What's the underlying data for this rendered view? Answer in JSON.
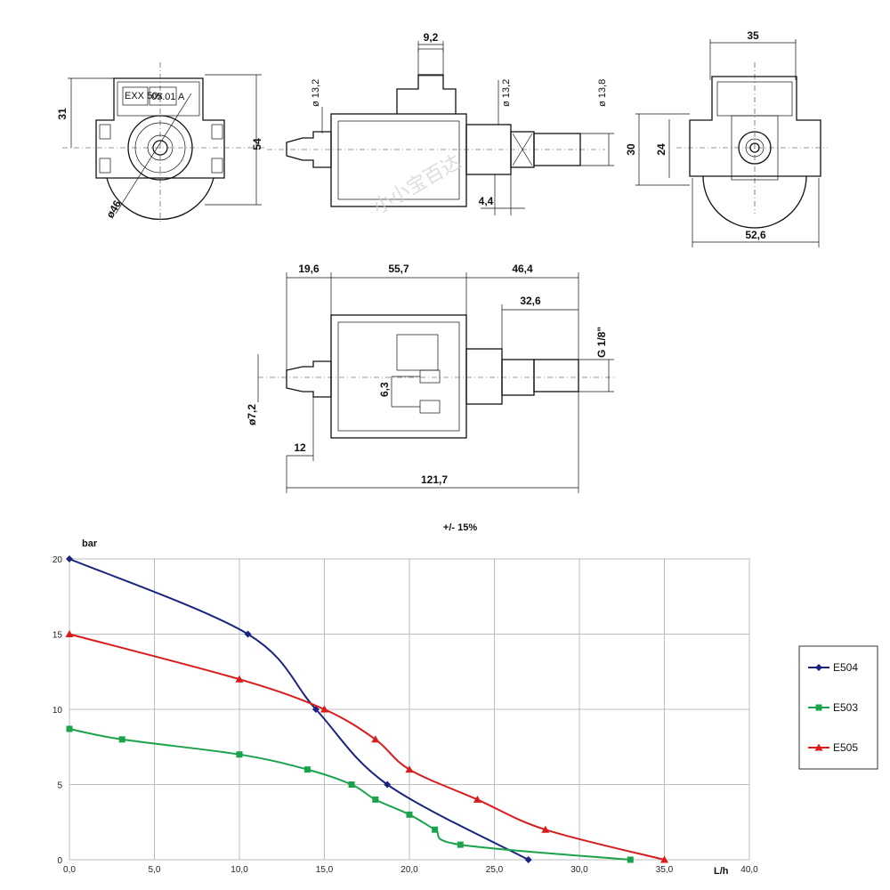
{
  "drawings": {
    "front": {
      "height_label": "31",
      "body_label": "54",
      "diameter_label": "ø46",
      "plate_text_1": "EXX 50x",
      "plate_text_2": "05.01 A"
    },
    "side": {
      "top_label": "9,2",
      "inlet_dia_label": "ø 13,2",
      "mid_dia_label": "ø 13,2",
      "outlet_dia_label": "ø 13,8",
      "offset_label": "4,4",
      "watermark": "小小宝百达"
    },
    "rear": {
      "width_label": "35",
      "outer_label": "30",
      "inner_label": "24",
      "base_label": "52,6"
    },
    "bottom": {
      "seg1_label": "19,6",
      "seg2_label": "55,7",
      "seg3_label": "46,4",
      "outlet_len_label": "32,6",
      "thread_label": "G 1/8\"",
      "inlet_dia_label": "ø7,2",
      "terminal_label": "6,3",
      "inlet_len_label": "12",
      "total_label": "121,7"
    }
  },
  "chart_data": {
    "type": "line",
    "title": "+/- 15%",
    "xlabel": "L/h",
    "ylabel": "bar",
    "xlim": [
      0,
      40
    ],
    "ylim": [
      0,
      20
    ],
    "x_ticks": [
      "0,0",
      "5,0",
      "10,0",
      "15,0",
      "20,0",
      "25,0",
      "30,0",
      "35,0",
      "40,0"
    ],
    "y_ticks": [
      "0",
      "5",
      "10",
      "15",
      "20"
    ],
    "grid": true,
    "legend": "right",
    "series": [
      {
        "name": "E504",
        "color": "#1a237e",
        "marker": "diamond",
        "points": [
          [
            0,
            20
          ],
          [
            10.5,
            15
          ],
          [
            14.5,
            10
          ],
          [
            18.7,
            5
          ],
          [
            27,
            0
          ]
        ]
      },
      {
        "name": "E503",
        "color": "#1aa34a",
        "marker": "square",
        "points": [
          [
            0,
            8.7
          ],
          [
            3.1,
            8
          ],
          [
            10,
            7
          ],
          [
            14,
            6
          ],
          [
            16.6,
            5
          ],
          [
            18,
            4
          ],
          [
            20,
            3
          ],
          [
            21.5,
            2
          ],
          [
            23,
            1
          ],
          [
            33,
            0
          ]
        ]
      },
      {
        "name": "E505",
        "color": "#d81b1b",
        "marker": "triangle",
        "points": [
          [
            0,
            15
          ],
          [
            10,
            12
          ],
          [
            15,
            10
          ],
          [
            18,
            8
          ],
          [
            20,
            6
          ],
          [
            24,
            4
          ],
          [
            28,
            2
          ],
          [
            35,
            0
          ]
        ]
      }
    ]
  }
}
